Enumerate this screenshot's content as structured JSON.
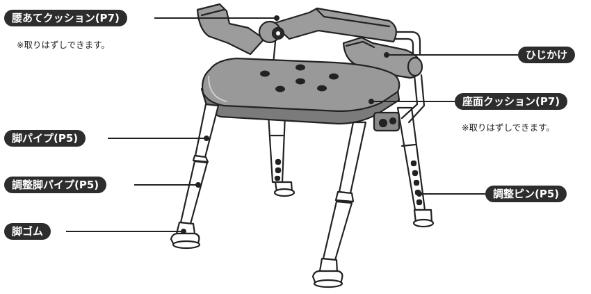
{
  "labels": {
    "back_cushion": "腰あてクッション(P7)",
    "back_cushion_note": "※取りはずしできます。",
    "armrest": "ひじかけ",
    "seat_cushion": "座面クッション(P7)",
    "seat_cushion_note": "※取りはずしできます。",
    "leg_pipe": "脚パイプ(P5)",
    "adjust_leg_pipe": "調整脚パイプ(P5)",
    "leg_rubber": "脚ゴム",
    "adjust_pin": "調整ピン(P5)"
  },
  "colors": {
    "label_bg": "#2d2d2d",
    "label_text": "#ffffff",
    "seat_fill": "#8f8f8f",
    "cushion_fill": "#9c9c9c",
    "outline": "#222222"
  }
}
